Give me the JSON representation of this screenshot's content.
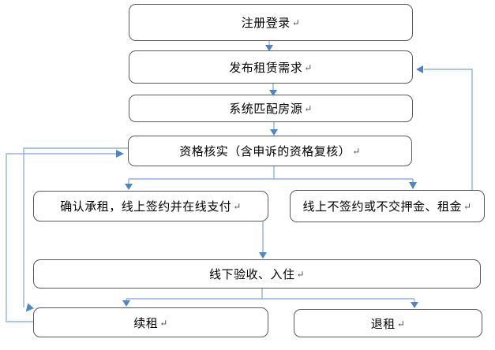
{
  "flowchart": {
    "description": "rental-process-flow-diagram",
    "return_mark": "↵",
    "nodes": [
      {
        "id": "register",
        "label": "注册登录"
      },
      {
        "id": "publish",
        "label": "发布租赁需求"
      },
      {
        "id": "match",
        "label": "系统匹配房源"
      },
      {
        "id": "verify",
        "label": "资格核实（含申诉的资格复核）"
      },
      {
        "id": "confirm",
        "label": "确认承租，线上签约并在线支付"
      },
      {
        "id": "nosign",
        "label": "线上不签约或不交押金、租金"
      },
      {
        "id": "checkin",
        "label": "线下验收、入住"
      },
      {
        "id": "renew",
        "label": "续租"
      },
      {
        "id": "terminate",
        "label": "退租"
      }
    ],
    "edges": [
      {
        "from": "register",
        "to": "publish"
      },
      {
        "from": "publish",
        "to": "match"
      },
      {
        "from": "match",
        "to": "verify"
      },
      {
        "from": "verify",
        "to": "confirm"
      },
      {
        "from": "verify",
        "to": "nosign"
      },
      {
        "from": "confirm",
        "to": "checkin"
      },
      {
        "from": "checkin",
        "to": "renew"
      },
      {
        "from": "checkin",
        "to": "terminate"
      },
      {
        "from": "nosign",
        "to": "publish"
      },
      {
        "from": "renew",
        "to": "verify"
      },
      {
        "from": "verify",
        "to": "renew"
      }
    ],
    "colors": {
      "connector": "#8fb4e0",
      "arrowhead": "#4a86c8",
      "box_border": "#5b5b5b",
      "box_fill": "#ffffff",
      "text": "#000000"
    }
  }
}
